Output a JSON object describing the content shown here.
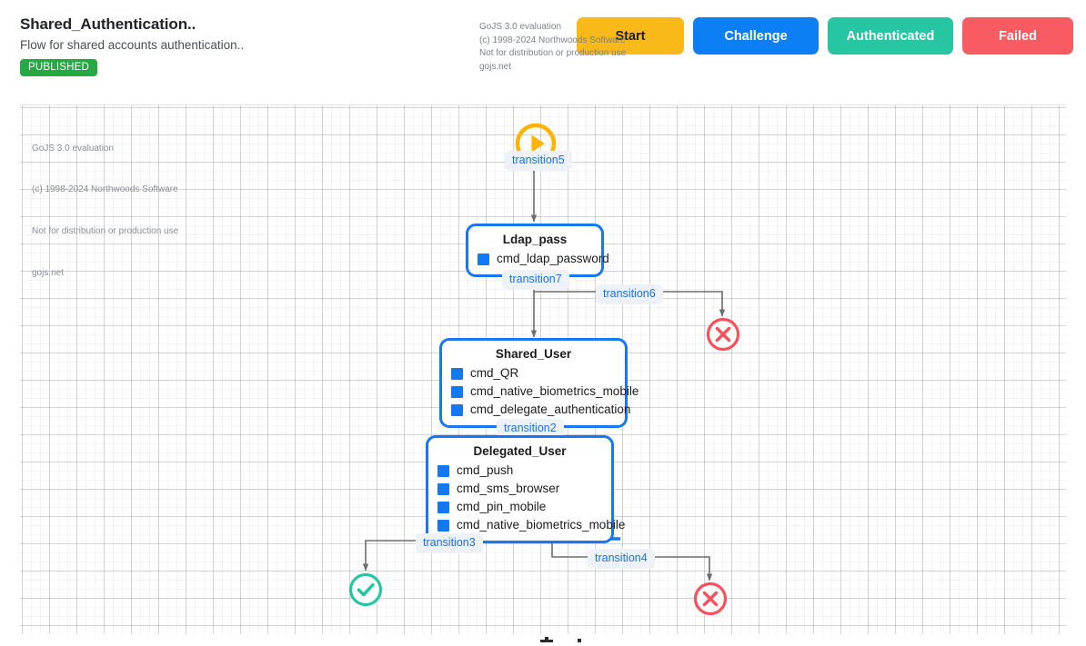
{
  "header": {
    "title": "Shared_Authentication..",
    "subtitle": "Flow for shared accounts authentication..",
    "status_badge": "PUBLISHED",
    "buttons": [
      {
        "label": "Start",
        "color": "#f8b919",
        "name": "start-button"
      },
      {
        "label": "Challenge",
        "color": "#0d7ff5",
        "name": "challenge-button"
      },
      {
        "label": "Authenticated",
        "color": "#26c6a2",
        "name": "authenticated-button"
      },
      {
        "label": "Failed",
        "color": "#f85c62",
        "name": "failed-button"
      }
    ],
    "watermark": "GoJS 3.0 evaluation\n(c) 1998-2024 Northwoods Software\nNot for distribution or production use\ngojs.net"
  },
  "canvas": {
    "watermark": "GoJS 3.0 evaluation\n(c) 1998-2024 Northwoods Software\nNot for distribution or production use\ngojs.net",
    "start_node": {
      "label": "start-play-icon",
      "color": "#ffb400"
    },
    "nodes": [
      {
        "id": "ldap_pass",
        "title": "Ldap_pass",
        "commands": [
          "cmd_ldap_password"
        ]
      },
      {
        "id": "shared_user",
        "title": "Shared_User",
        "commands": [
          "cmd_QR",
          "cmd_native_biometrics_mobile",
          "cmd_delegate_authentication"
        ]
      },
      {
        "id": "delegated_user",
        "title": "Delegated_User",
        "commands": [
          "cmd_push",
          "cmd_sms_browser",
          "cmd_pin_mobile",
          "cmd_native_biometrics_mobile"
        ]
      }
    ],
    "transitions": [
      {
        "id": "t5",
        "label": "transition5"
      },
      {
        "id": "t7",
        "label": "transition7"
      },
      {
        "id": "t6",
        "label": "transition6"
      },
      {
        "id": "t2",
        "label": "transition2"
      },
      {
        "id": "t3",
        "label": "transition3"
      },
      {
        "id": "t4",
        "label": "transition4"
      }
    ],
    "end_nodes": [
      {
        "id": "fail_top",
        "kind": "failed",
        "color": "#f8515b"
      },
      {
        "id": "success",
        "kind": "authenticated",
        "color": "#26c6a2"
      },
      {
        "id": "fail_bottom",
        "kind": "failed",
        "color": "#f8515b"
      }
    ]
  },
  "colors": {
    "node_border": "#1877f2",
    "cmd_box": "#1279f2",
    "link": "#6d6d6d",
    "label_text": "#1a73e8",
    "label_bg": "#eef1f6",
    "badge_green": "#28a745"
  }
}
